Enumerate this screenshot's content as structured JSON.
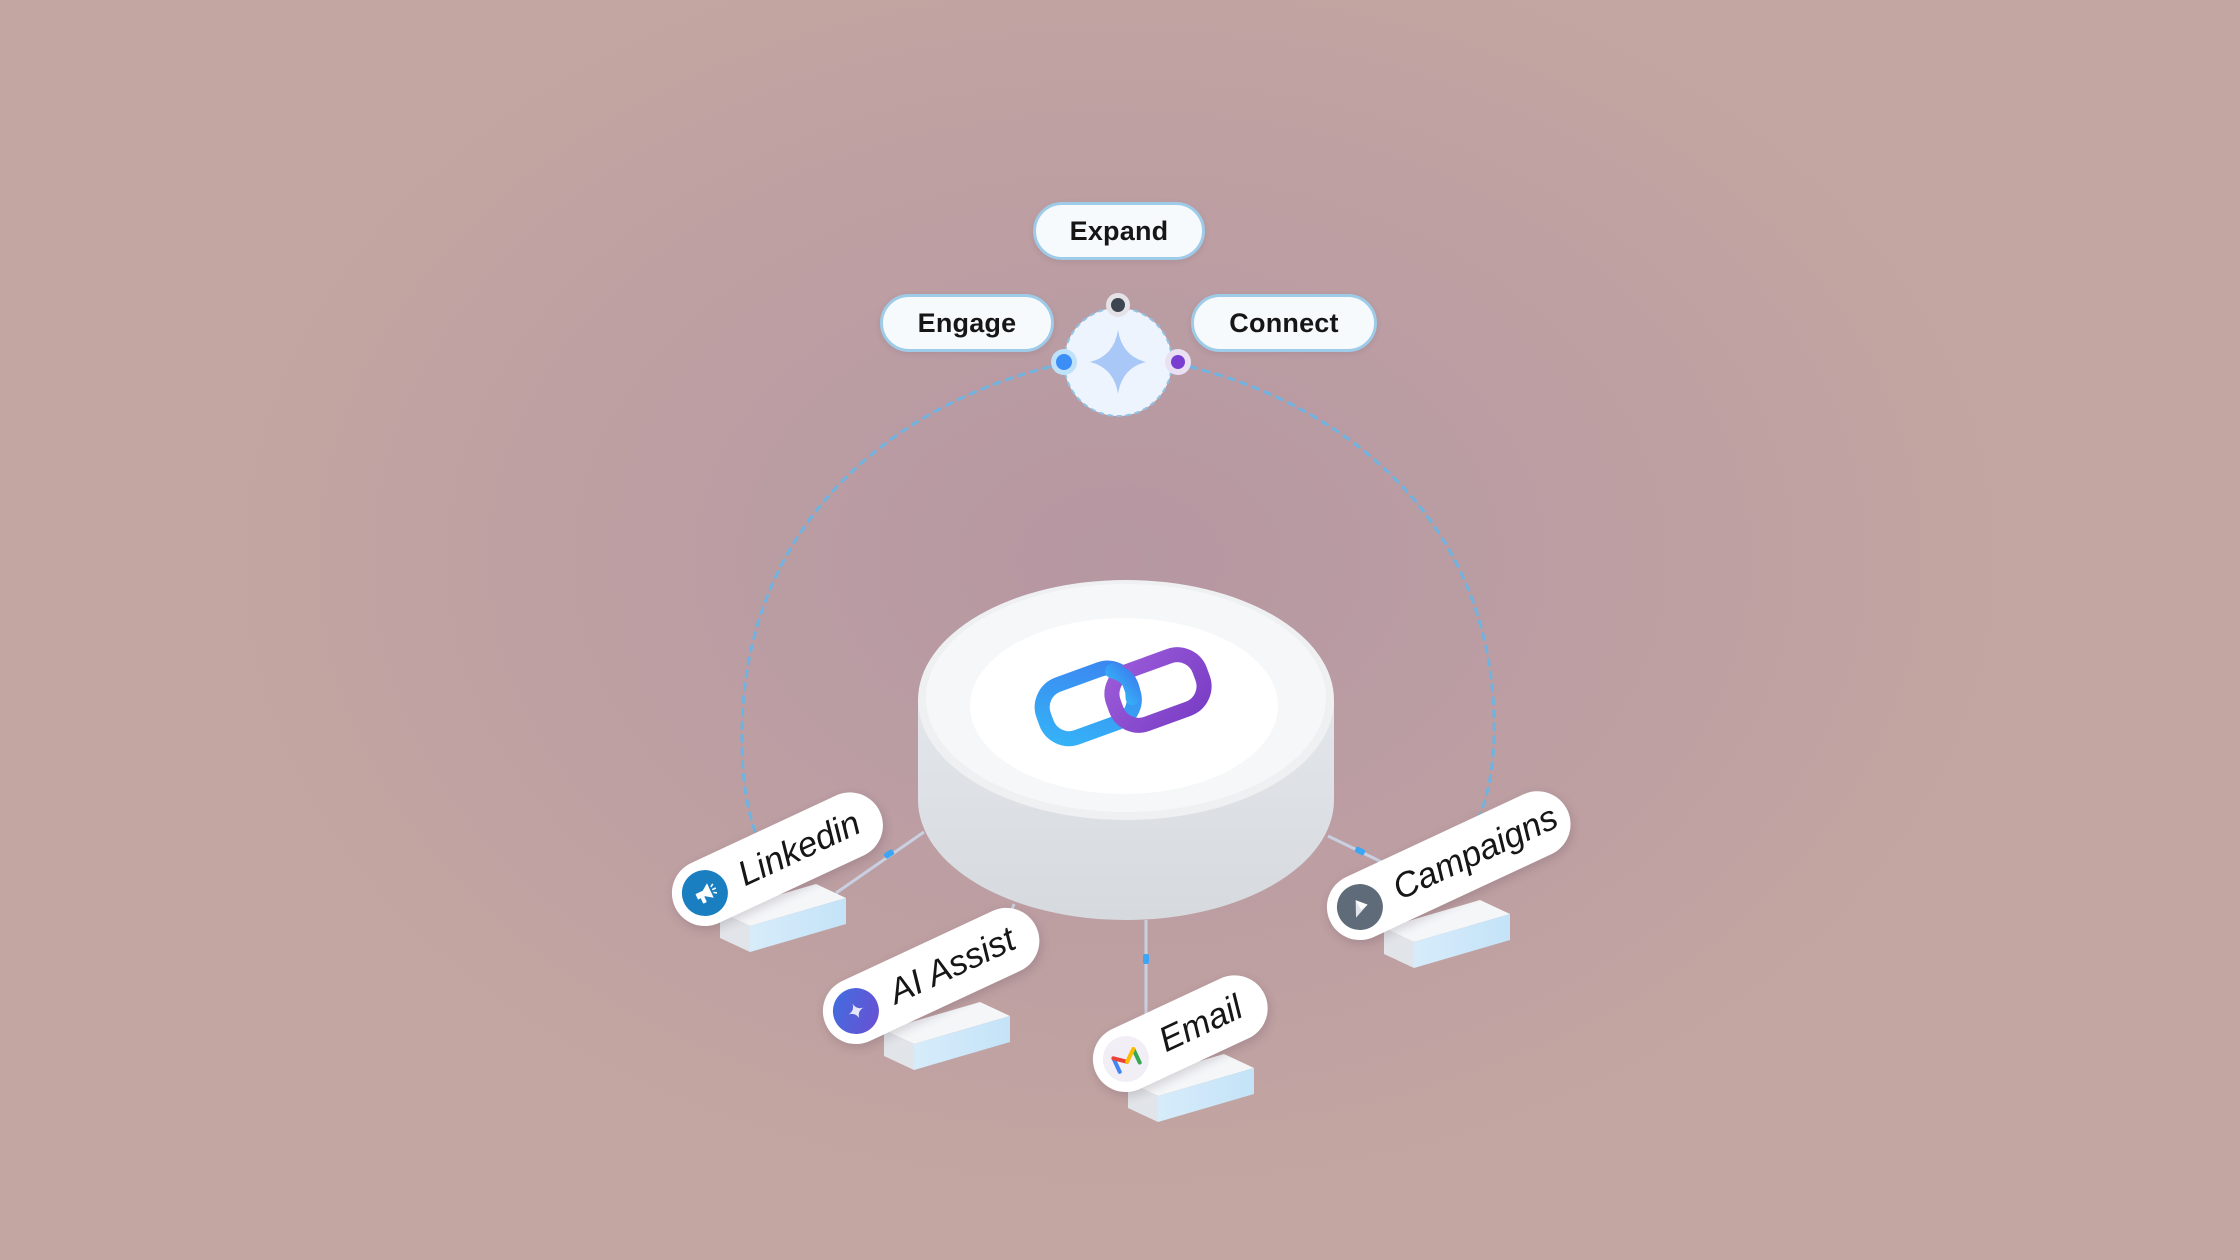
{
  "hub": {
    "icon": "sparkle-icon",
    "labels": {
      "top": "Expand",
      "left": "Engage",
      "right": "Connect"
    },
    "node_colors": {
      "top": "#3d4650",
      "left": "#3b8ef5",
      "right": "#7a3fd0"
    }
  },
  "center": {
    "icon": "link-chain-icon",
    "colors": {
      "left_link": "#3aa6f5",
      "right_link": "#8b4fd4"
    }
  },
  "integrations": [
    {
      "label": "Linkedin",
      "icon": "megaphone-icon",
      "icon_color": "#1a7fc1"
    },
    {
      "label": "AI Assist",
      "icon": "sparkle-icon",
      "icon_color": "#5a55d8"
    },
    {
      "label": "Email",
      "icon": "gmail-icon",
      "icon_color": "#f1eef6"
    },
    {
      "label": "Campaigns",
      "icon": "paper-plane-icon",
      "icon_color": "#5f6b78"
    }
  ],
  "colors": {
    "arc": "#6fb3e0",
    "connector": "#c7cfe0",
    "accent": "#3aa6f5"
  }
}
